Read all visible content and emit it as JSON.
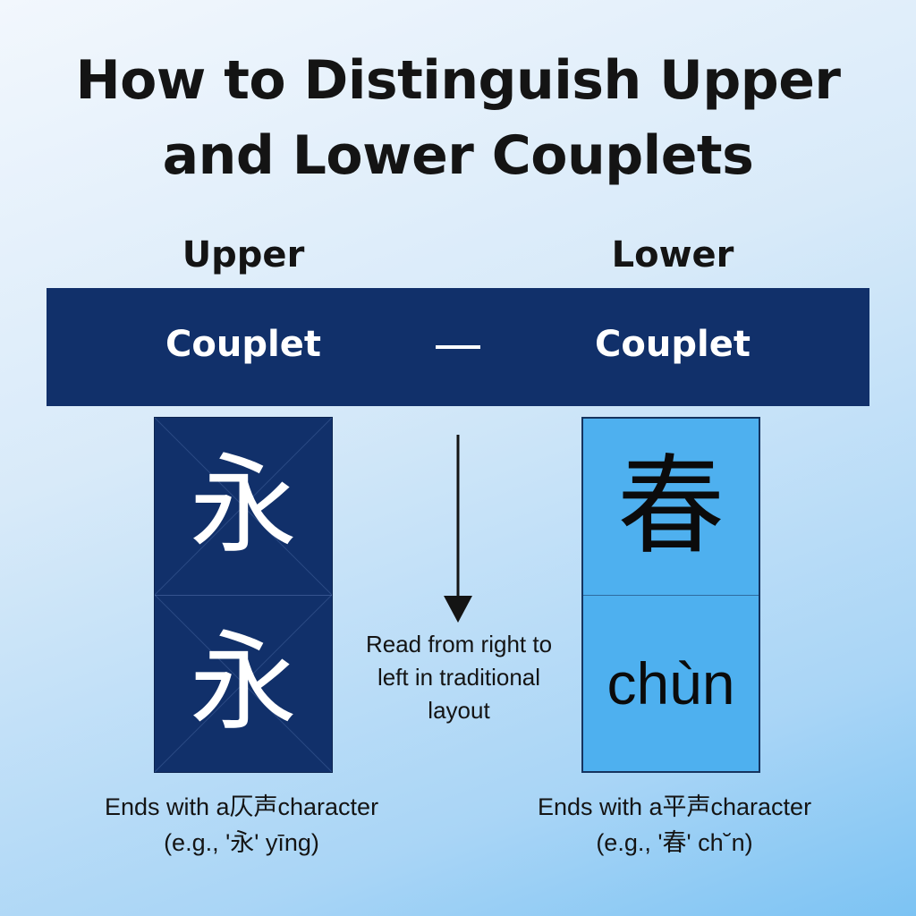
{
  "title": {
    "line1": "How to Distinguish Upper",
    "line2": "and Lower Couplets"
  },
  "columns": {
    "left": {
      "label": "Upper",
      "band_text": "Couplet"
    },
    "right": {
      "label": "Lower",
      "band_text": "Couplet"
    }
  },
  "band": {
    "separator": "—"
  },
  "panels": {
    "left": {
      "top": "永",
      "bottom": "永"
    },
    "right": {
      "top": "春",
      "bottom": "chùn"
    }
  },
  "note": {
    "line1": "Read from right to",
    "line2": "left in traditional",
    "line3": "layout"
  },
  "captions": {
    "left": {
      "line1": "Ends with a仄声character",
      "line2": "(e.g., '永' yīng)"
    },
    "right": {
      "line1": "Ends with a平声character",
      "line2": "(e.g., '春' ch˘n)"
    }
  },
  "colors": {
    "navy": "#11306a",
    "sky": "#4eb0ef",
    "white": "#ffffff",
    "ink": "#141414"
  },
  "icons": {
    "arrow": "arrow-down-icon"
  }
}
